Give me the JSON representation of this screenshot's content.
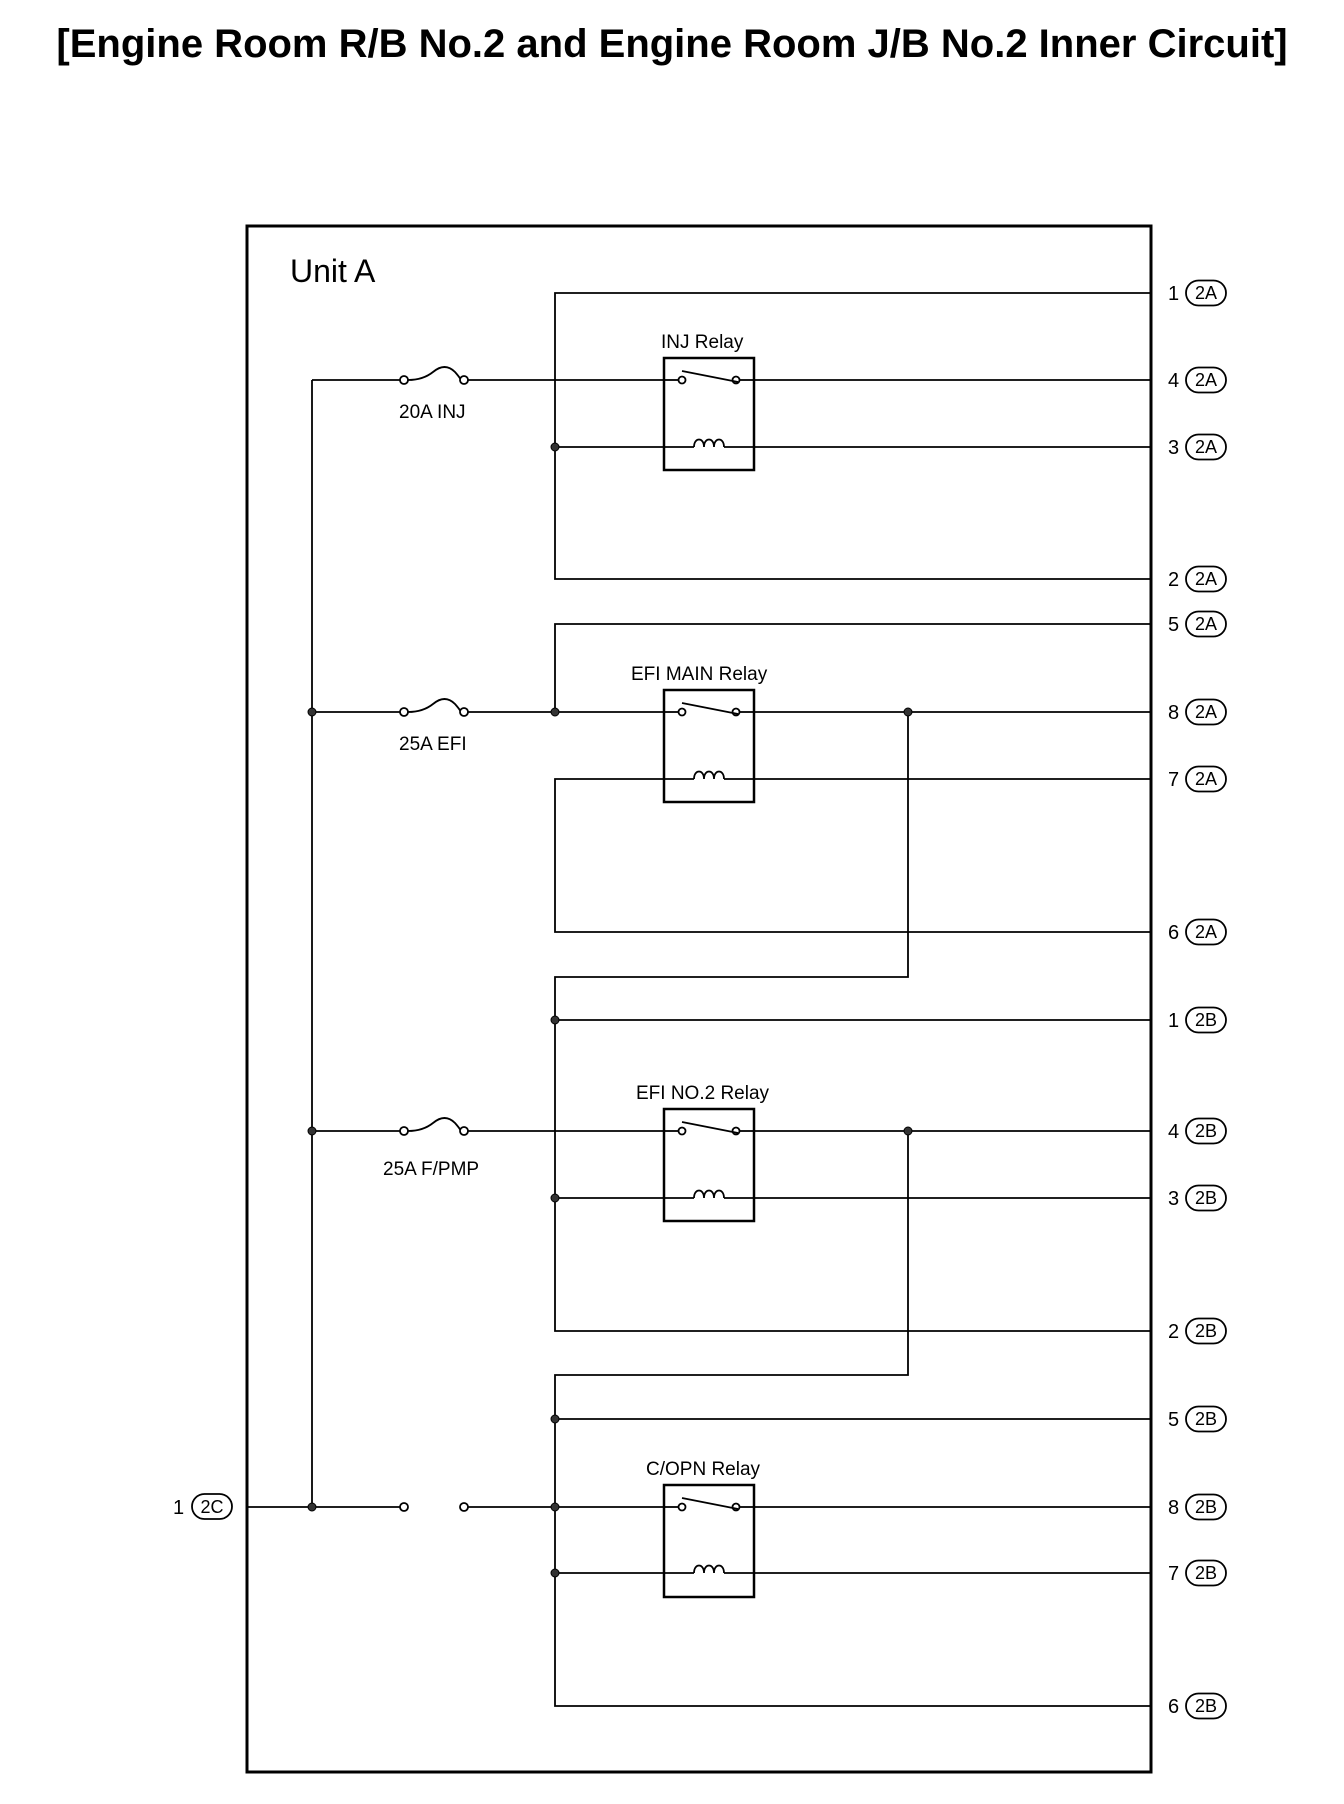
{
  "title": "[Engine Room R/B No.2 and Engine Room J/B No.2 Inner Circuit]",
  "unit_label": "Unit A",
  "fuses": [
    {
      "label": "20A INJ"
    },
    {
      "label": "25A EFI"
    },
    {
      "label": "25A F/PMP"
    }
  ],
  "relays": [
    {
      "label": "INJ Relay"
    },
    {
      "label": "EFI MAIN Relay"
    },
    {
      "label": "EFI NO.2 Relay"
    },
    {
      "label": "C/OPN Relay"
    }
  ],
  "terminals": [
    {
      "pin": "1",
      "connector": "2A"
    },
    {
      "pin": "4",
      "connector": "2A"
    },
    {
      "pin": "3",
      "connector": "2A"
    },
    {
      "pin": "2",
      "connector": "2A"
    },
    {
      "pin": "5",
      "connector": "2A"
    },
    {
      "pin": "8",
      "connector": "2A"
    },
    {
      "pin": "7",
      "connector": "2A"
    },
    {
      "pin": "6",
      "connector": "2A"
    },
    {
      "pin": "1",
      "connector": "2B"
    },
    {
      "pin": "4",
      "connector": "2B"
    },
    {
      "pin": "3",
      "connector": "2B"
    },
    {
      "pin": "2",
      "connector": "2B"
    },
    {
      "pin": "5",
      "connector": "2B"
    },
    {
      "pin": "8",
      "connector": "2B"
    },
    {
      "pin": "7",
      "connector": "2B"
    },
    {
      "pin": "6",
      "connector": "2B"
    }
  ],
  "input_terminal": {
    "pin": "1",
    "connector": "2C"
  }
}
